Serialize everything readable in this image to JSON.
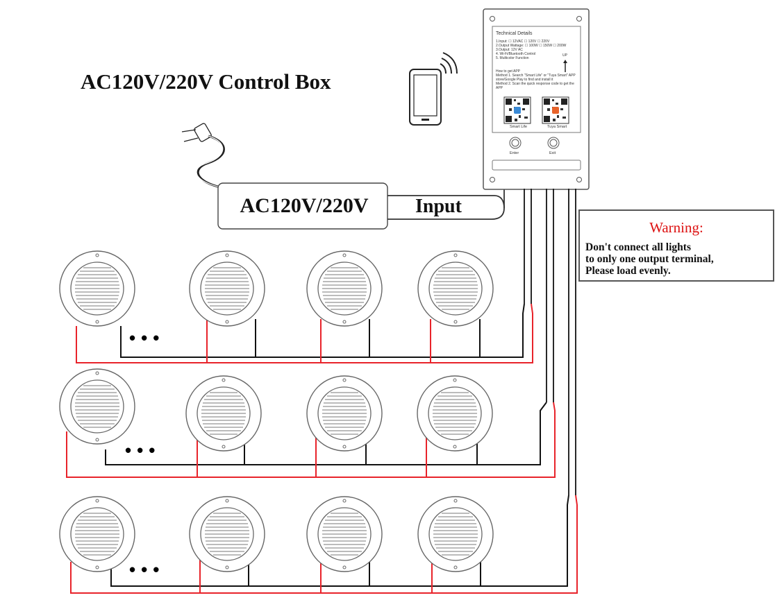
{
  "title": "AC120V/220V Control Box",
  "power_supply": {
    "label": "AC120V/220V",
    "input_label": "Input"
  },
  "control_box": {
    "heading": "Technical Details",
    "specs": "1.Input: ☐ 12VAC  ☐ 120V  ☐ 220V\n2.Output Wattage: ☐ 100W  ☐ 150W  ☐ 200W\n3.Output: 12V AC\n4. Wi-Fi/Bluetooth Control\n5. Multicolor Function",
    "app_text": "How to get APP\nMethod 1. Search \"Smart Life\" or \"Tuya Smart\" APP\nstore/Google Play to find and install it\nMethod 2. Scan the quick response code to get the\nAPP",
    "qr_labels": [
      "Smart Life",
      "Tuya Smart"
    ],
    "buttons": [
      "Enter",
      "Exit"
    ],
    "up_label": "UP"
  },
  "warning": {
    "title": "Warning:",
    "body": "Don't connect all lights\nto only one output terminal,\nPlease load evenly."
  },
  "ellipsis": "•••",
  "colors": {
    "live_wire": "#e8232a",
    "neutral_wire": "#111111",
    "outline": "#555555",
    "warning_title": "#dd1111"
  }
}
